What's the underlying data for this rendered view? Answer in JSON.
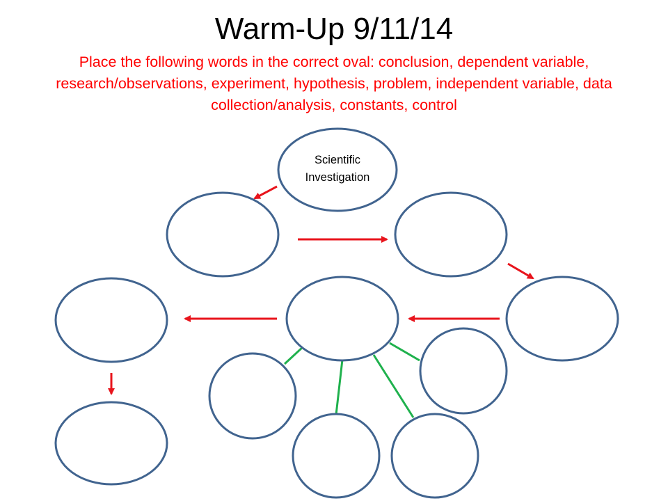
{
  "title": "Warm-Up 9/11/14",
  "instructions": "Place the following words in the correct oval: conclusion, dependent variable, research/observations, experiment, hypothesis, problem, independent variable, data collection/analysis, constants, control",
  "center_oval": {
    "line1": "Scientific",
    "line2": "Investigation"
  },
  "colors": {
    "oval_stroke": "#41648f",
    "flow_arrow": "#e8141c",
    "branch_line": "#1fb14d",
    "instruction_text": "#ff0000"
  }
}
